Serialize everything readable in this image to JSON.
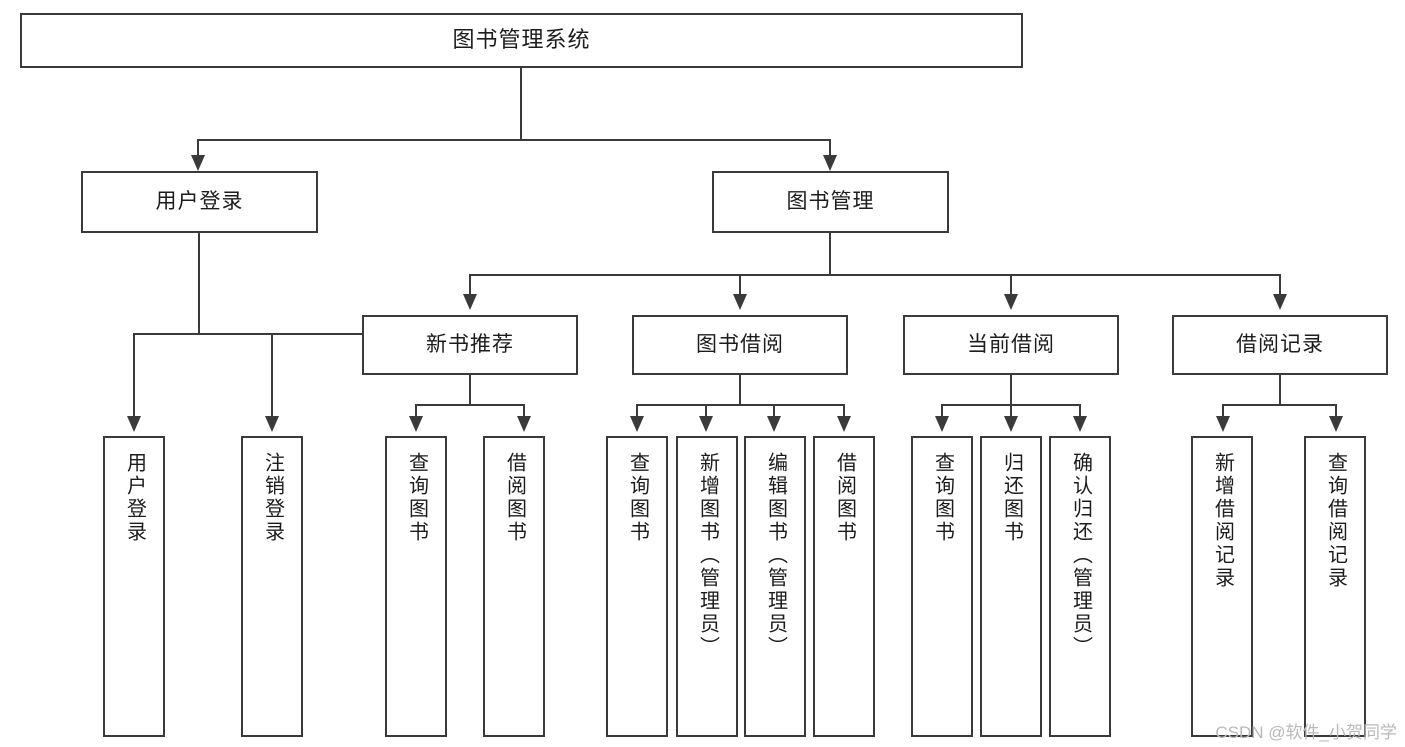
{
  "diagram": {
    "title": "图书管理系统",
    "type": "tree-hierarchy-chart",
    "root": {
      "label": "图书管理系统"
    },
    "level2": [
      {
        "label": "用户登录"
      },
      {
        "label": "图书管理"
      }
    ],
    "level3": [
      {
        "label": "新书推荐"
      },
      {
        "label": "图书借阅"
      },
      {
        "label": "当前借阅"
      },
      {
        "label": "借阅记录"
      }
    ],
    "leaves": {
      "user_login": [
        {
          "label": "用户登录"
        },
        {
          "label": "注销登录"
        }
      ],
      "new_book_recommend": [
        {
          "label": "查询图书"
        },
        {
          "label": "借阅图书"
        }
      ],
      "book_borrow": [
        {
          "label": "查询图书"
        },
        {
          "label": "新增图书（管理员）"
        },
        {
          "label": "编辑图书（管理员）"
        },
        {
          "label": "借阅图书"
        }
      ],
      "current_borrow": [
        {
          "label": "查询图书"
        },
        {
          "label": "归还图书"
        },
        {
          "label": "确认归还（管理员）"
        }
      ],
      "borrow_record": [
        {
          "label": "新增借阅记录"
        },
        {
          "label": "查询借阅记录"
        }
      ]
    }
  },
  "watermark": {
    "text": "CSDN @软件_小贺同学"
  },
  "colors": {
    "border": "#3a3a3a",
    "text": "#1c1c1c",
    "background": "#ffffff",
    "watermark": "#b9b9b9"
  }
}
